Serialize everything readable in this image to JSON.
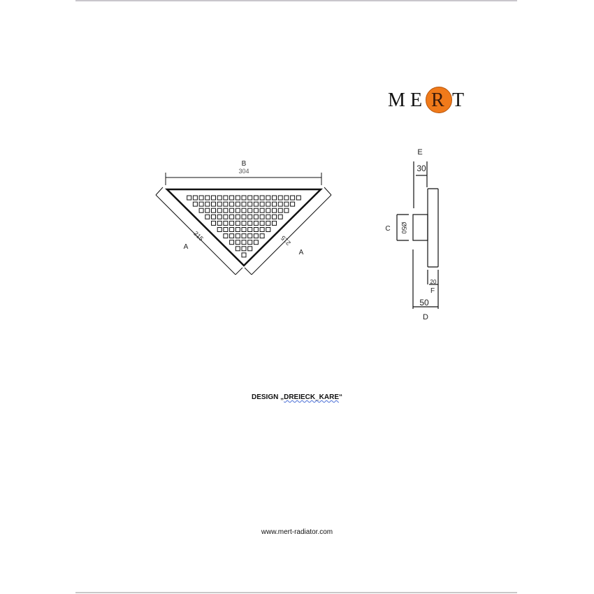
{
  "page": {
    "brand": {
      "letters": [
        "M",
        "E",
        "R",
        "T"
      ],
      "highlight_letter": "R",
      "highlight_color": "#f07a1a"
    },
    "front_view": {
      "label_top": "B",
      "dim_top": "304",
      "label_left": "A",
      "dim_left": "215",
      "label_right": "A",
      "dim_right": "215",
      "grid_rows": [
        19,
        17,
        15,
        13,
        11,
        9,
        7,
        5,
        3,
        1
      ]
    },
    "side_view": {
      "label_e": "E",
      "dim_e": "30",
      "label_c": "C",
      "dim_c": "Ø50",
      "dim_f": "20",
      "label_f": "F",
      "dim_d": "50",
      "label_d": "D"
    },
    "title_prefix": "DESIGN „",
    "title_name": "DREIECK_KARE",
    "title_suffix": "“",
    "website": "www.mert-radiator.com"
  }
}
